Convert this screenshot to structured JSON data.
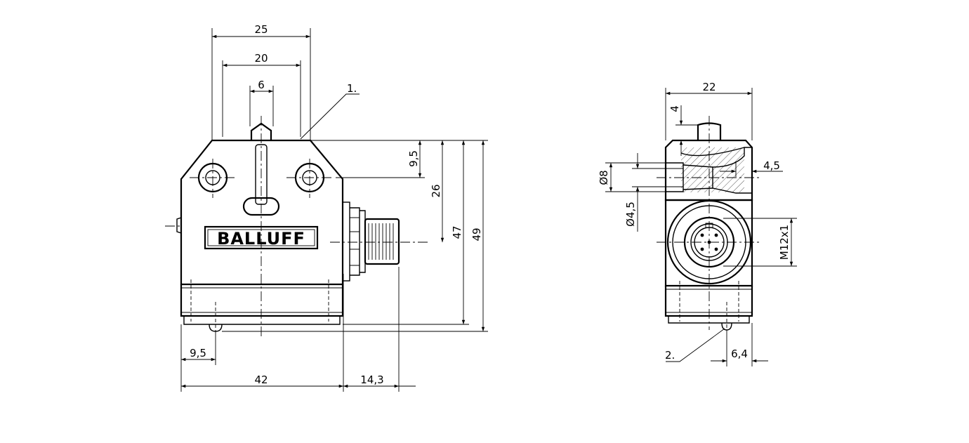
{
  "brand": "BALLUFF",
  "callouts": {
    "one": "1.",
    "two": "2."
  },
  "front_view": {
    "dims": {
      "top_outer": "25",
      "top_inner": "20",
      "plunger": "6",
      "hole_offset": "9,5",
      "connector_height": "26",
      "body_height": "47",
      "total_height": "49",
      "bottom_offset": "9,5",
      "body_width": "42",
      "connector_length": "14,3"
    }
  },
  "side_view": {
    "dims": {
      "width": "22",
      "plunger_height": "4",
      "bore_large": "Ø8",
      "bore_small": "Ø4,5",
      "bore_depth": "4,5",
      "thread": "M12x1",
      "bottom_offset": "6,4"
    }
  }
}
